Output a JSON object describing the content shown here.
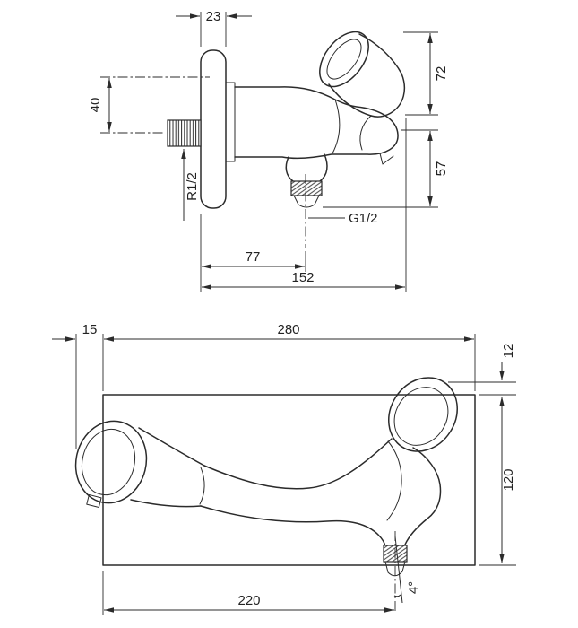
{
  "page": {
    "background": "#ffffff",
    "line_color": "#2b2b2b"
  },
  "side_view": {
    "dims": {
      "plate_depth": "23",
      "inlet_offset": "40",
      "upper_height": "72",
      "lower_height": "57",
      "inlet_thread": "R1/2",
      "outlet_thread": "G1/2",
      "spout_projection": "77",
      "total_projection": "152"
    }
  },
  "top_view": {
    "dims": {
      "handle_overhang": "15",
      "total_width": "280",
      "handle_top_offset": "12",
      "plate_height": "120",
      "spout_angle": "4°",
      "spout_center_distance": "220"
    }
  }
}
